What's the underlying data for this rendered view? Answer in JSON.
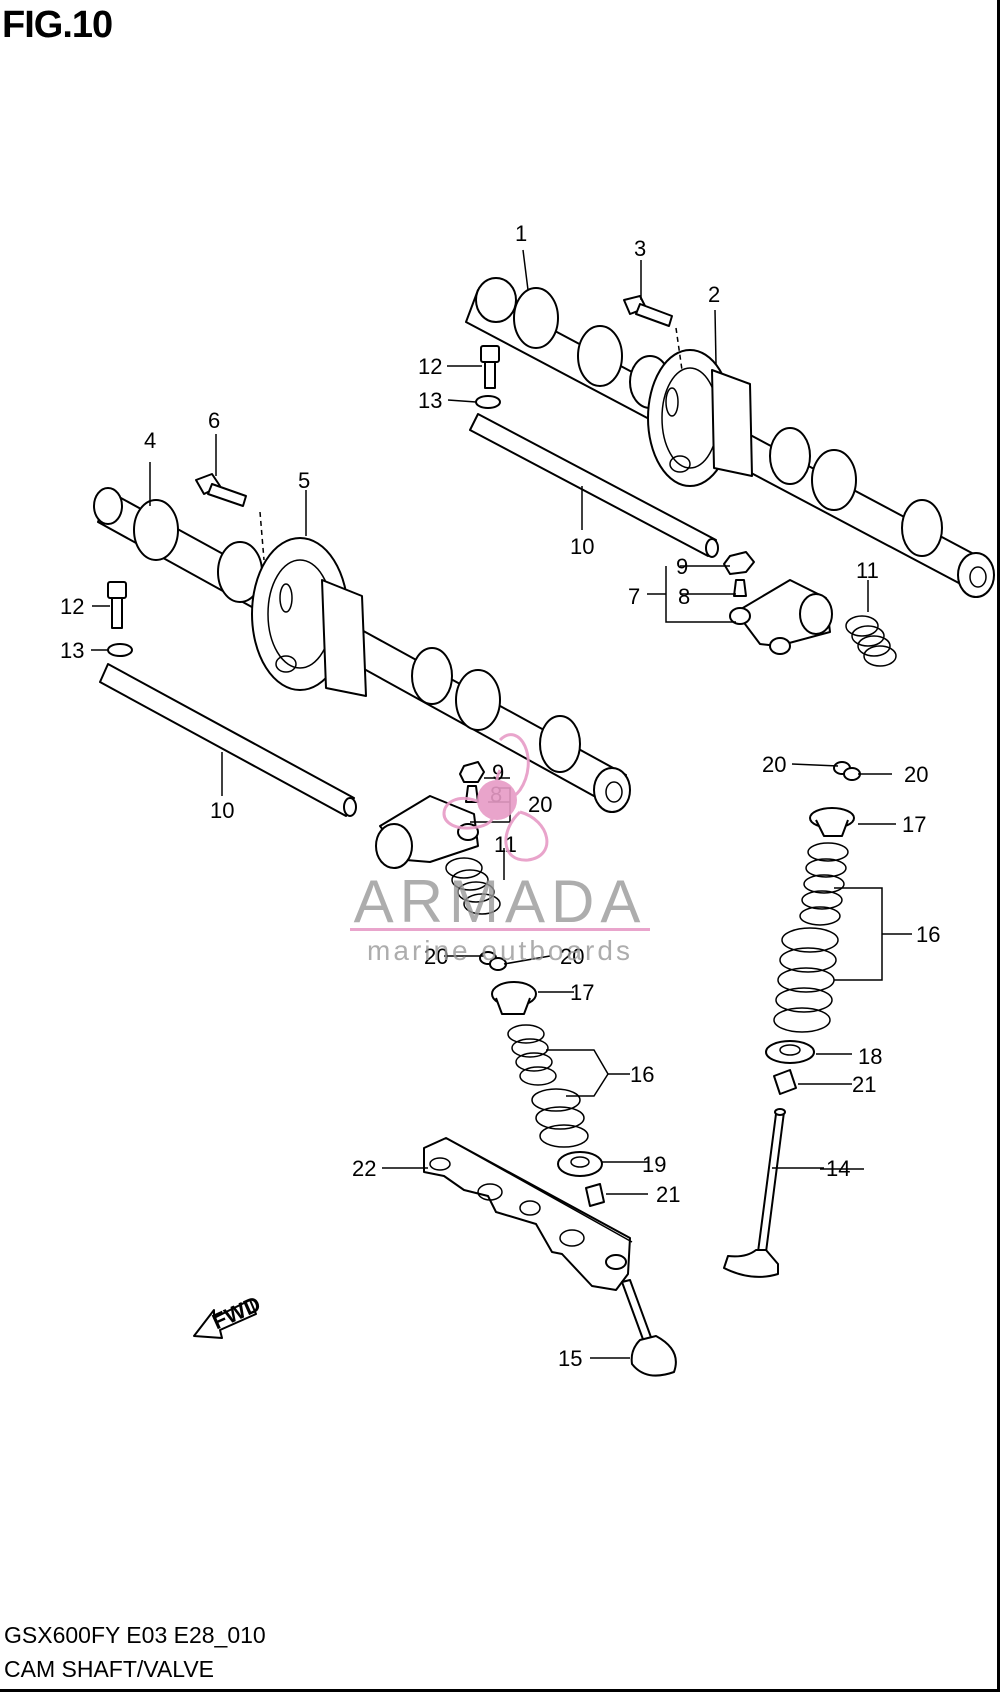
{
  "figure": {
    "title": "FIG.10",
    "caption_model": "GSX600FY E03 E28_010",
    "caption_name": "CAM SHAFT/VALVE"
  },
  "callouts": [
    {
      "id": "c1",
      "label": "1"
    },
    {
      "id": "c2",
      "label": "2"
    },
    {
      "id": "c3",
      "label": "3"
    },
    {
      "id": "c4",
      "label": "4"
    },
    {
      "id": "c5",
      "label": "5"
    },
    {
      "id": "c6",
      "label": "6"
    },
    {
      "id": "c7",
      "label": "7"
    },
    {
      "id": "c8a",
      "label": "8"
    },
    {
      "id": "c8b",
      "label": "8"
    },
    {
      "id": "c9a",
      "label": "9"
    },
    {
      "id": "c9b",
      "label": "9"
    },
    {
      "id": "c10a",
      "label": "10"
    },
    {
      "id": "c10b",
      "label": "10"
    },
    {
      "id": "c11a",
      "label": "11"
    },
    {
      "id": "c11b",
      "label": "11"
    },
    {
      "id": "c12a",
      "label": "12"
    },
    {
      "id": "c12b",
      "label": "12"
    },
    {
      "id": "c13a",
      "label": "13"
    },
    {
      "id": "c13b",
      "label": "13"
    },
    {
      "id": "c14",
      "label": "14"
    },
    {
      "id": "c15",
      "label": "15"
    },
    {
      "id": "c16a",
      "label": "16"
    },
    {
      "id": "c16b",
      "label": "16"
    },
    {
      "id": "c17a",
      "label": "17"
    },
    {
      "id": "c17b",
      "label": "17"
    },
    {
      "id": "c18",
      "label": "18"
    },
    {
      "id": "c19",
      "label": "19"
    },
    {
      "id": "c20a",
      "label": "20"
    },
    {
      "id": "c20b",
      "label": "20"
    },
    {
      "id": "c20c",
      "label": "20"
    },
    {
      "id": "c20d",
      "label": "20"
    },
    {
      "id": "c20e",
      "label": "20"
    },
    {
      "id": "c21a",
      "label": "21"
    },
    {
      "id": "c21b",
      "label": "21"
    },
    {
      "id": "c22",
      "label": "22"
    }
  ],
  "fwd_label": "FWD",
  "watermark": {
    "brand": "ARMADA",
    "tagline": "marine outboards",
    "color": "#e79bc6"
  }
}
